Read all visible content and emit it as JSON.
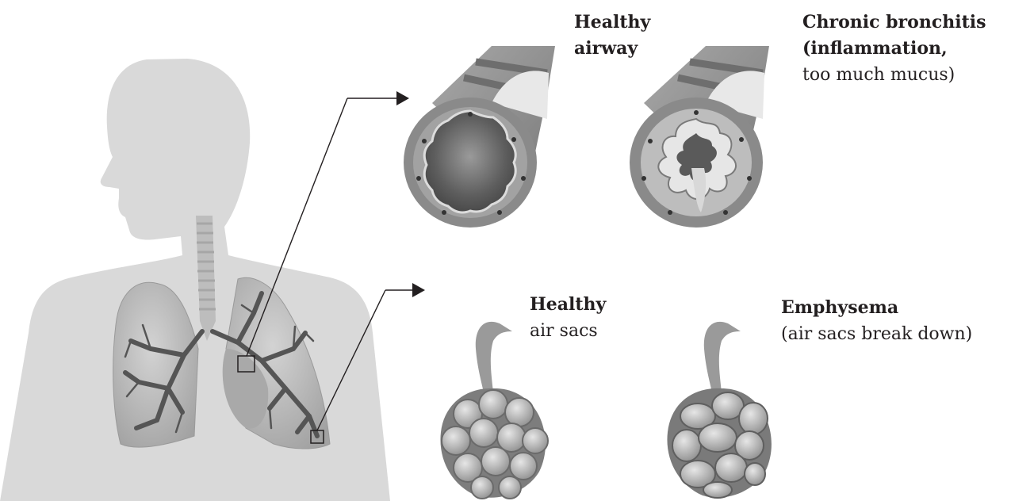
{
  "labels": {
    "healthy_airway": {
      "line1": "Healthy",
      "line2": "airway"
    },
    "chronic_bronchitis": {
      "line1": "Chronic bronchitis",
      "line2": "(inflammation,",
      "line3": "too much mucus)"
    },
    "healthy_air_sacs": {
      "line1": "Healthy",
      "line2": "air sacs"
    },
    "emphysema": {
      "line1": "Emphysema",
      "line2": "(air sacs break down)"
    }
  },
  "colors": {
    "silhouette": "#d9d9d9",
    "lung": "#bcbcbc",
    "bronchi": "#555555",
    "tube_outer": "#8c8c8c",
    "tube_lumen": "#5a5a5a",
    "text": "#231f20"
  }
}
